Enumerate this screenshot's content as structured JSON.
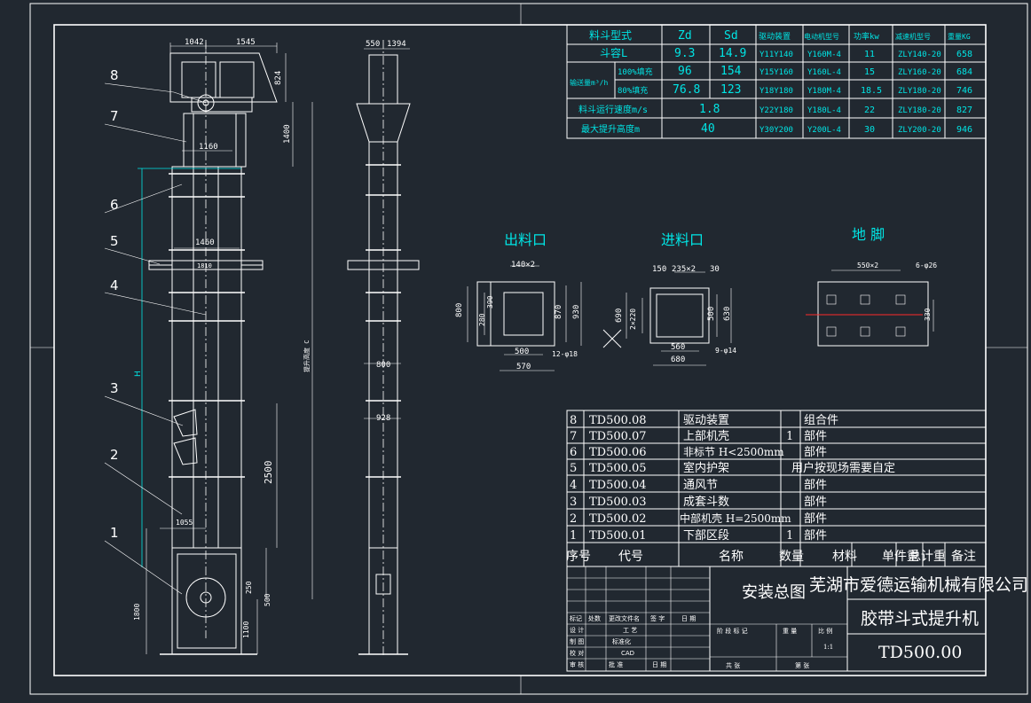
{
  "drawing_labels": {
    "outlet": "出料口",
    "inlet": "进料口",
    "foot": "地 脚"
  },
  "part_callouts": [
    "8",
    "7",
    "6",
    "5",
    "4",
    "3",
    "2",
    "1"
  ],
  "dimensions": {
    "d1042": "1042",
    "d1545": "1545",
    "d824": "824",
    "d1400": "1400",
    "d1160": "1160",
    "d1460": "1460",
    "d1810": "1810",
    "h": "H",
    "c_label": "提升高度 C",
    "d2500": "2500",
    "d1055": "1055",
    "d250": "250",
    "d500": "500",
    "d1100": "1100",
    "d1800": "1800",
    "d550": "550",
    "d1394": "1394",
    "d800": "800",
    "d928": "928",
    "out_top": "140×2",
    "out_800": "800",
    "out_280": "280",
    "out_390": "390",
    "out_870": "870",
    "out_930": "930",
    "out_500": "500",
    "out_570": "570",
    "out_holes": "12-φ18",
    "in_150": "150",
    "in_235": "235×2",
    "in_30": "30",
    "in_690": "690",
    "in_620": "2×220",
    "in_500": "500",
    "in_630": "630",
    "in_560": "560",
    "in_680": "680",
    "in_holes": "9-φ14",
    "foot_top": "550×2",
    "foot_holes": "6-φ26",
    "foot_330": "330"
  },
  "spec_table": {
    "rows": [
      [
        "料斗型式",
        "Zd",
        "Sd",
        "驱动装置",
        "电动机型号",
        "功率kw",
        "减速机型号",
        "重量KG"
      ],
      [
        "斗容L",
        "9.3",
        "14.9",
        "Y11Y140",
        "Y160M-4",
        "11",
        "ZLY140-20",
        "658"
      ],
      [
        "100%填充",
        "96",
        "154",
        "Y15Y160",
        "Y160L-4",
        "15",
        "ZLY160-20",
        "684"
      ],
      [
        "80%填充",
        "76.8",
        "123",
        "Y18Y180",
        "Y180M-4",
        "18.5",
        "ZLY180-20",
        "746"
      ],
      [
        "料斗运行速度m/s",
        "1.8",
        "",
        "Y22Y180",
        "Y180L-4",
        "22",
        "ZLY180-20",
        "827"
      ],
      [
        "最大提升高度m",
        "40",
        "",
        "Y30Y200",
        "Y200L-4",
        "30",
        "ZLY200-20",
        "946"
      ]
    ],
    "side_label": "输送量m³/h"
  },
  "parts_list": {
    "rows": [
      [
        "8",
        "TD500.08",
        "驱动装置",
        "",
        "组合件"
      ],
      [
        "7",
        "TD500.07",
        "上部机壳",
        "1",
        "部件"
      ],
      [
        "6",
        "TD500.06",
        "非标节 H<2500mm",
        "",
        "部件"
      ],
      [
        "5",
        "TD500.05",
        "室内护架",
        "",
        "用户按现场需要自定"
      ],
      [
        "4",
        "TD500.04",
        "通风节",
        "",
        "部件"
      ],
      [
        "3",
        "TD500.03",
        "成套斗数",
        "",
        "部件"
      ],
      [
        "2",
        "TD500.02",
        "中部机壳 H=2500mm",
        "",
        "部件"
      ],
      [
        "1",
        "TD500.01",
        "下部区段",
        "1",
        "部件"
      ]
    ],
    "header": [
      "序号",
      "代号",
      "名称",
      "数量",
      "材料",
      "单件重",
      "总计重",
      "备注"
    ]
  },
  "title_block": {
    "drawing_name": "安装总图",
    "company": "芜湖市爱德运输机械有限公司",
    "product": "胶带斗式提升机",
    "code": "TD500.00",
    "scale": "1:1",
    "design": "设 计",
    "check": "校 对",
    "review": "审 核",
    "standard": "标准化",
    "craft": "工 艺",
    "approve": "批 准",
    "date": "日 期",
    "marks": "标记",
    "count": "处数",
    "change": "更改文件名",
    "sign": "签 字",
    "stage": "阶 段 标 记",
    "weight": "重 量",
    "ratio": "比 例",
    "sheets_total": "共 张",
    "sheet_no": "第 张",
    "cad": "CAD",
    "draw": "制 图"
  }
}
